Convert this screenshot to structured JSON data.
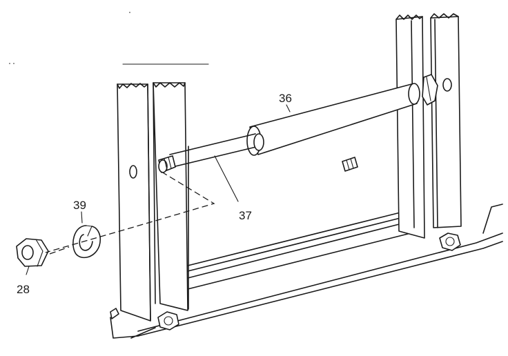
{
  "diagram": {
    "callouts": {
      "c36": "36",
      "c37": "37",
      "c39": "39",
      "c28": "28"
    }
  }
}
